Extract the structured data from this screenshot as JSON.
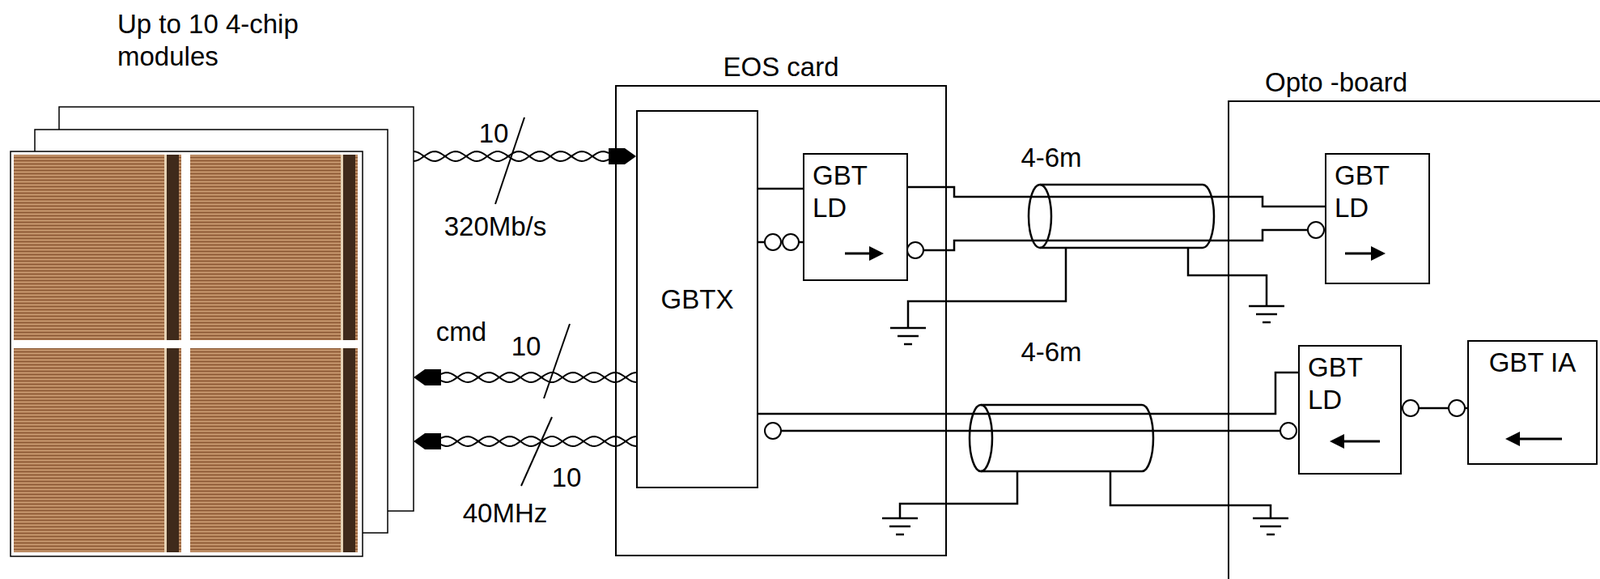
{
  "diagram": {
    "nodes": [
      {
        "text": [
          "Up to 10 4-chip modules"
        ]
      },
      {
        "text": [
          "EOS card"
        ]
      },
      {
        "text": [
          "GBTX"
        ],
        "in": 1
      },
      {
        "text": [
          "GBT LD"
        ],
        "in": 1
      },
      {
        "text": [
          "Opto -board"
        ]
      },
      {
        "text": [
          "GBT LD"
        ],
        "in": 4
      },
      {
        "text": [
          "GBT LD"
        ],
        "in": 4
      },
      {
        "text": [
          "GBT IA"
        ],
        "in": 4
      }
    ],
    "edges": [
      {
        "from": 0,
        "to": 2,
        "arrow": "to"
      },
      {
        "from": 2,
        "to": 0,
        "arrow": "to"
      },
      {
        "from": 2,
        "to": 0,
        "arrow": "to"
      },
      {
        "from": 2,
        "to": 3,
        "arrow": "none"
      },
      {
        "from": 3,
        "to": 5,
        "arrow": "none"
      },
      {
        "from": 6,
        "to": 2,
        "arrow": "none"
      },
      {
        "from": 7,
        "to": 6,
        "arrow": "none"
      }
    ],
    "labels": [
      "10",
      "320Mb/s",
      "cmd",
      "10",
      "10",
      "40MHz",
      "4-6m",
      "4-6m"
    ]
  }
}
